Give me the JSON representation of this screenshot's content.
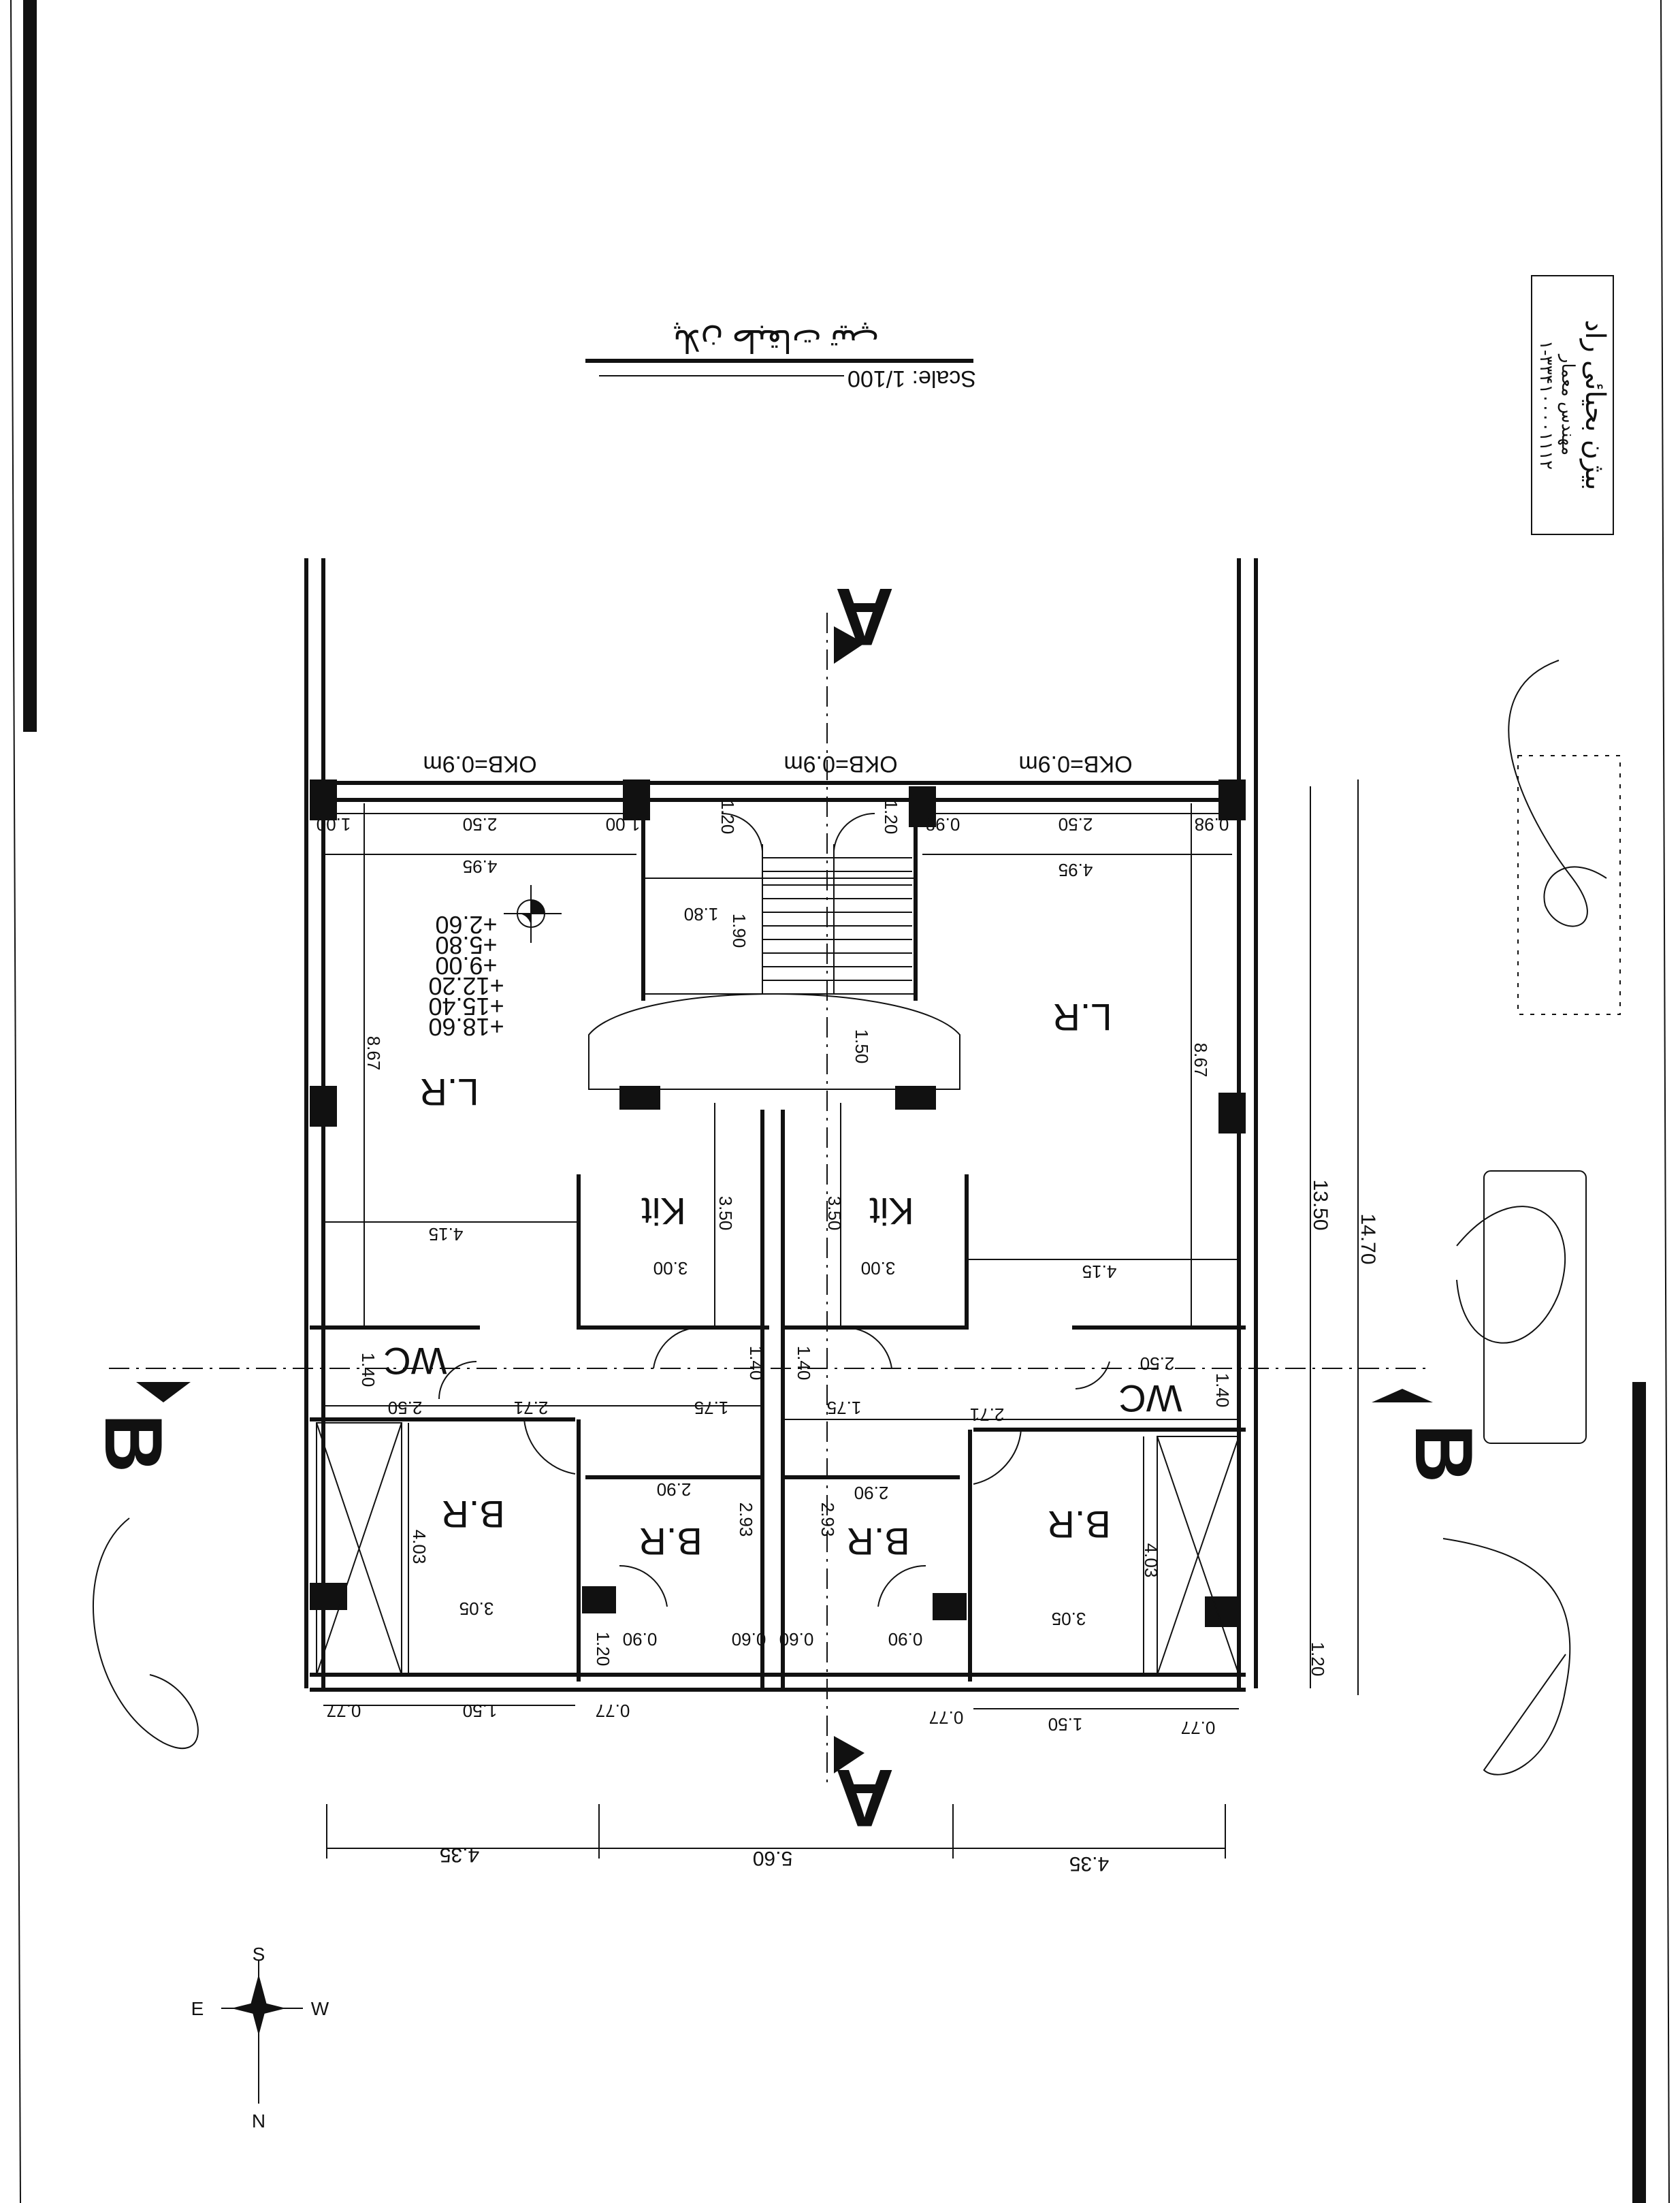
{
  "title": "پلان طبقات تیپ",
  "scale": "Scale: 1/100",
  "stamp": {
    "name": "بیژن بحیائی راد",
    "subtitle": "مهندس معمار",
    "number": "۱-۳۳۴۱۰۰۰۰۱۱۱۲"
  },
  "elevations": [
    "+18.60",
    "+15.40",
    "+12.20",
    "+9.00",
    "+5.80",
    "+2.60"
  ],
  "okb_labels": [
    "OKB=0.9m",
    "OKB=0.9m",
    "OKB=0.9m"
  ],
  "rooms": {
    "lr_left": "L.R",
    "lr_right": "L.R",
    "kit_left": "Kit",
    "kit_right": "Kit",
    "wc_left": "WC",
    "wc_right": "WC",
    "br1": "B.R",
    "br2": "B.R",
    "br3": "B.R",
    "br4": "B.R"
  },
  "section_marks": {
    "a_top": "A",
    "a_bottom": "A",
    "b_left": "B",
    "b_right": "B"
  },
  "compass": {
    "n": "N",
    "s": "S",
    "e": "E",
    "w": "W"
  },
  "dims": {
    "top_l1": "1.00",
    "top_l2": "2.50",
    "top_l3": "1.00",
    "top_r1": "0.98",
    "top_r2": "2.50",
    "top_r3": "0.98",
    "lr_w_l": "4.95",
    "lr_w_r": "4.95",
    "stair_a": "1.20",
    "stair_b": "1.20",
    "stair_c": "1.80",
    "stair_d": "1.90",
    "landing": "1.50",
    "lr_h_l": "8.67",
    "lr_h_r": "8.67",
    "kit_h_l": "3.50",
    "kit_h_r": "3.50",
    "kit_w_l": "3.00",
    "kit_w_r": "3.00",
    "lr2_l": "4.15",
    "lr2_r": "4.15",
    "wc_h_l": "1.40",
    "wc_h_r": "1.40",
    "wc_w_l": "2.50",
    "wc_w_r": "2.50",
    "c1": "1.40",
    "c2": "1.40",
    "c3": "1.75",
    "c4": "1.75",
    "c5": "2.71",
    "c6": "2.71",
    "br_h_l": "4.03",
    "br_h_r": "4.03",
    "br_w_l": "3.05",
    "br_w_r": "3.05",
    "br_m_l": "2.90",
    "br_m_r": "2.90",
    "br_m_h_l": "2.93",
    "br_m_h_r": "2.93",
    "d1": "0.90",
    "d2": "0.60",
    "d3": "0.60",
    "d4": "0.90",
    "bot_l1": "0.77",
    "bot_l2": "1.50",
    "bot_l3": "0.77",
    "bot_r1": "0.77",
    "bot_r2": "1.50",
    "bot_r3": "0.77",
    "side_120_l": "1.20",
    "side_120_r": "1.20",
    "total_1350": "13.50",
    "total_1470": "14.70",
    "over_l": "4.35",
    "over_m": "5.60",
    "over_r": "4.35"
  }
}
